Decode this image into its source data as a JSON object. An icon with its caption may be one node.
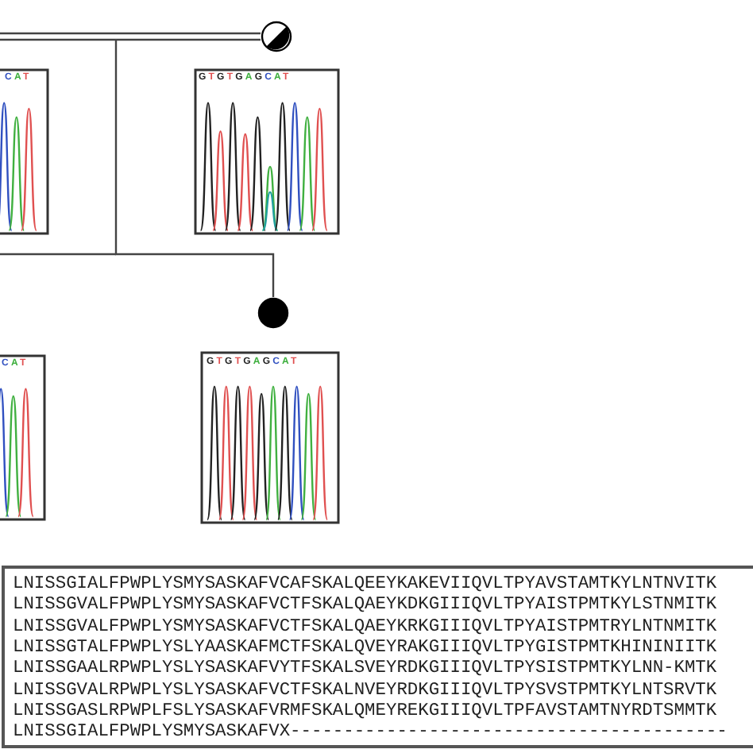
{
  "diagram": {
    "nodes": [
      {
        "text": [],
        "shape": "circle"
      },
      {
        "text": [],
        "shape": "circle"
      }
    ],
    "edges": [
      {
        "from": null,
        "to": 0,
        "arrow": "none"
      },
      {
        "from": null,
        "to": 1,
        "arrow": "none"
      }
    ],
    "labels": [
      "CAT",
      "GTGTGAGCAT",
      "CAT",
      "GTGTGAGCAT",
      "LNISSGIALFPWPLYSMYSASKAFVCAFSKALQEEYKAKEVIIQVLTPYAVSTAMTKYLNTNVITK",
      "LNISSGVALFPWPLYSMYSASKAFVCTFSKALQAEYKDKGIIIQVLTPYAISTPMTKYLSTNMITK",
      "LNISSGVALFPWPLYSMYSASKAFVCTFSKALQAEYKRKGIIIQVLTPYAISTPMTRYLNTNMITK",
      "LNISSGTALFPWPLYSLYAASKAFMCTFSKALQVEYRAKGIIIQVLTPYGISTPMTKHININIITK",
      "LNISSGAALRPWPLYSLYSASKAFVYTFSKALSVEYRDKGIIIQVLTPYSISTPMTKYLNN-KMTK",
      "LNISSGVALRPWPLYSLYSASKAFVCTFSKALNVEYRDKGIIIQVLTPYSVSTPMTKYLNTSRVTK",
      "LNISSGASLRPWPLFSLYSASKAFVRMFSKALQMEYREKGIIIQVLTPFAVSTAMTNYRDTSMMTK",
      "LNISSGIALFPWPLYSMYSASKAFVX-----------------------------------------"
    ]
  }
}
